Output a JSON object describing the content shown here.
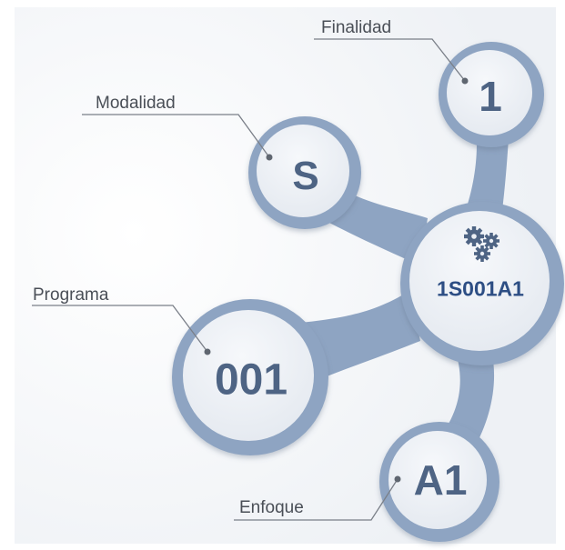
{
  "nodes": {
    "finalidad": {
      "label": "Finalidad",
      "value": "1"
    },
    "modalidad": {
      "label": "Modalidad",
      "value": "S"
    },
    "programa": {
      "label": "Programa",
      "value": "001"
    },
    "enfoque": {
      "label": "Enfoque",
      "value": "A1"
    },
    "center": {
      "value": "1S001A1",
      "icon": "gears-icon"
    }
  },
  "colors": {
    "connector": "#8ea4c2",
    "ring": "#8ea4c2",
    "inner_fill": "#ebeff5",
    "value_text": "#4e6484",
    "center_text": "#2d4e84",
    "leader_line": "#7a7f88"
  }
}
